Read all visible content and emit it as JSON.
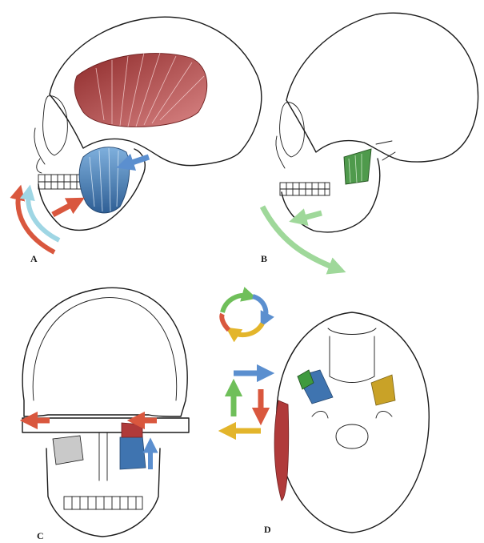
{
  "panels": [
    {
      "id": "A",
      "label": "A"
    },
    {
      "id": "B",
      "label": "B"
    },
    {
      "id": "C",
      "label": "C"
    },
    {
      "id": "D",
      "label": "D"
    }
  ],
  "colors": {
    "temporalis": "#b03a3a",
    "masseter": "#3f74b0",
    "lateral_pterygoid": "#3f9a3f",
    "medial_pterygoid": "#c9a227",
    "arrow_red": "#d9573e",
    "arrow_blue": "#5b8fcf",
    "arrow_green": "#6fbf5a",
    "arrow_yellow": "#e3b52b",
    "arrow_light_green": "#9fd89a",
    "arrow_light_blue": "#9fd6e4"
  },
  "icons": {
    "rotation_cycle": "cycle-arrows-icon",
    "direction_arrows": "arrow-icon"
  }
}
